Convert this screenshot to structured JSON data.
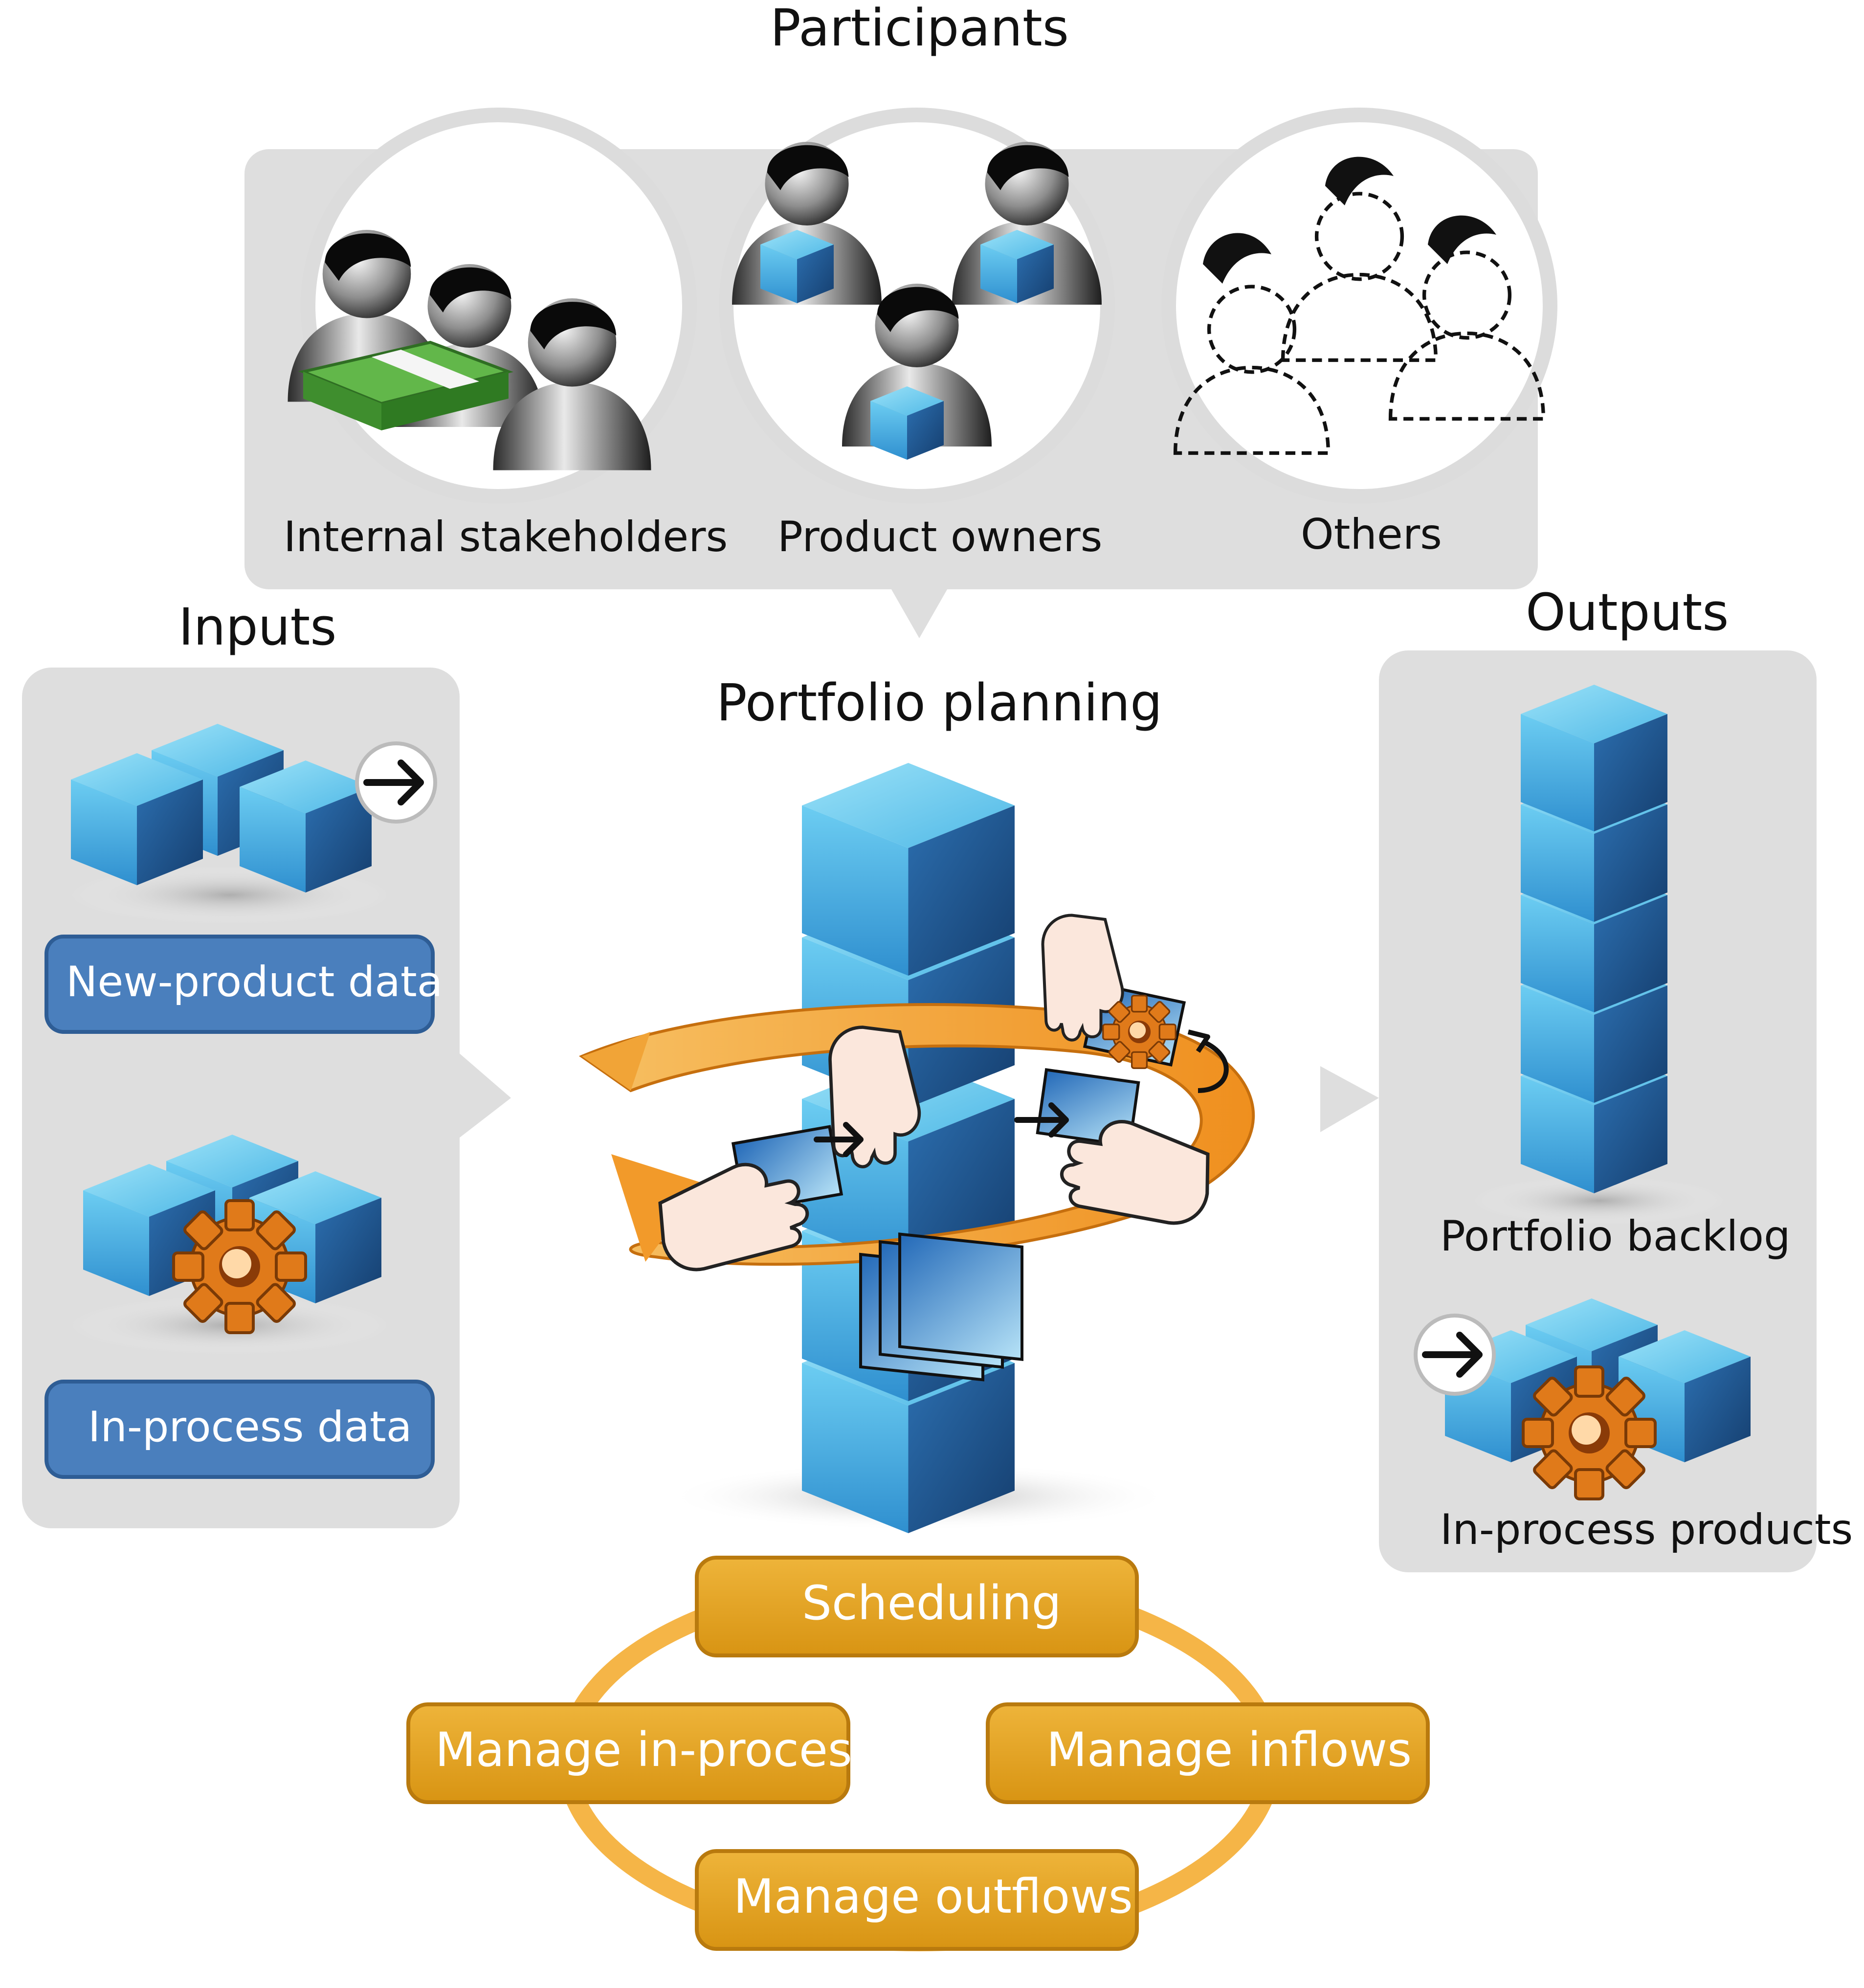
{
  "headings": {
    "participants": "Participants",
    "inputs": "Inputs",
    "outputs": "Outputs",
    "center": "Portfolio planning"
  },
  "participants": [
    {
      "label": "Internal stakeholders",
      "icon": "stakeholders-money-icon"
    },
    {
      "label": "Product owners",
      "icon": "product-owners-cube-icon"
    },
    {
      "label": "Others",
      "icon": "others-dashed-people-icon"
    }
  ],
  "inputs": {
    "new_product": "New-product data",
    "in_process": "In-process data"
  },
  "outputs": {
    "portfolio_backlog": "Portfolio backlog",
    "in_process_products": "In-process products"
  },
  "activities": {
    "scheduling": "Scheduling",
    "manage_in_process": "Manage in-process",
    "manage_inflows": "Manage inflows",
    "manage_outflows": "Manage outflows"
  },
  "colors": {
    "panel_gray": "#dcdcdc",
    "cube_light": "#5cc4ec",
    "cube_dark": "#1f5a93",
    "input_box_blue": "#4a7fbd",
    "activity_orange": "#e0a020",
    "ring_orange": "#f5b547"
  }
}
